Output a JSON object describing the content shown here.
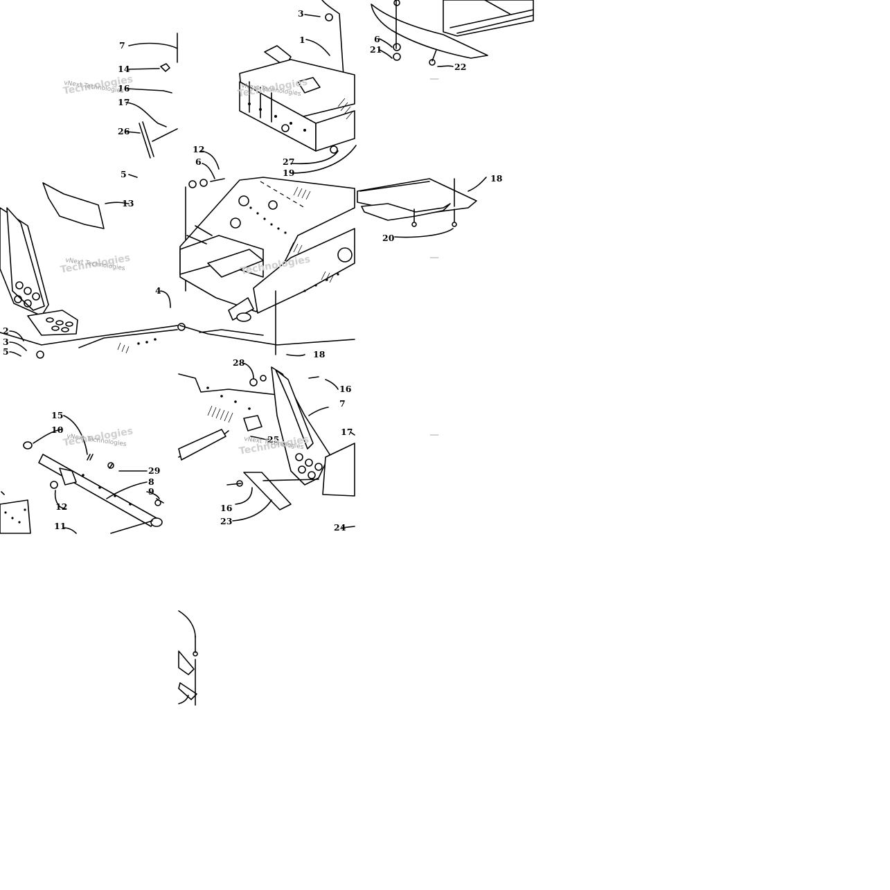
{
  "callouts": [
    {
      "n": "7",
      "id": "c7a"
    },
    {
      "n": "14",
      "id": "c14"
    },
    {
      "n": "16",
      "id": "c16a"
    },
    {
      "n": "17",
      "id": "c17a"
    },
    {
      "n": "26",
      "id": "c26"
    },
    {
      "n": "5",
      "id": "c5a"
    },
    {
      "n": "3",
      "id": "c3a"
    },
    {
      "n": "1",
      "id": "c1"
    },
    {
      "n": "12",
      "id": "c12a"
    },
    {
      "n": "6",
      "id": "c6a"
    },
    {
      "n": "27",
      "id": "c27"
    },
    {
      "n": "19",
      "id": "c19"
    },
    {
      "n": "6",
      "id": "c6b"
    },
    {
      "n": "21",
      "id": "c21"
    },
    {
      "n": "22",
      "id": "c22"
    },
    {
      "n": "13",
      "id": "c13"
    },
    {
      "n": "4",
      "id": "c4"
    },
    {
      "n": "2",
      "id": "c2"
    },
    {
      "n": "3",
      "id": "c3b"
    },
    {
      "n": "5",
      "id": "c5b"
    },
    {
      "n": "20",
      "id": "c20"
    },
    {
      "n": "18",
      "id": "c18a"
    },
    {
      "n": "28",
      "id": "c28"
    },
    {
      "n": "16",
      "id": "c16b"
    },
    {
      "n": "7",
      "id": "c7b"
    },
    {
      "n": "17",
      "id": "c17b"
    },
    {
      "n": "25",
      "id": "c25"
    },
    {
      "n": "15",
      "id": "c15"
    },
    {
      "n": "10",
      "id": "c10"
    },
    {
      "n": "29",
      "id": "c29"
    },
    {
      "n": "8",
      "id": "c8"
    },
    {
      "n": "9",
      "id": "c9"
    },
    {
      "n": "12",
      "id": "c12b"
    },
    {
      "n": "11",
      "id": "c11"
    },
    {
      "n": "16",
      "id": "c16c"
    },
    {
      "n": "23",
      "id": "c23"
    },
    {
      "n": "24",
      "id": "c24"
    },
    {
      "n": "18",
      "id": "c18b"
    }
  ],
  "watermarks": [
    {
      "id": "w1",
      "text": "vNext Technologies"
    },
    {
      "id": "w2",
      "text": "vNext Technologies"
    },
    {
      "id": "w3",
      "text": "vNext Technologies"
    },
    {
      "id": "w4",
      "text": "vNext Technologies"
    },
    {
      "id": "w5",
      "text": "vNext Technologies"
    }
  ]
}
